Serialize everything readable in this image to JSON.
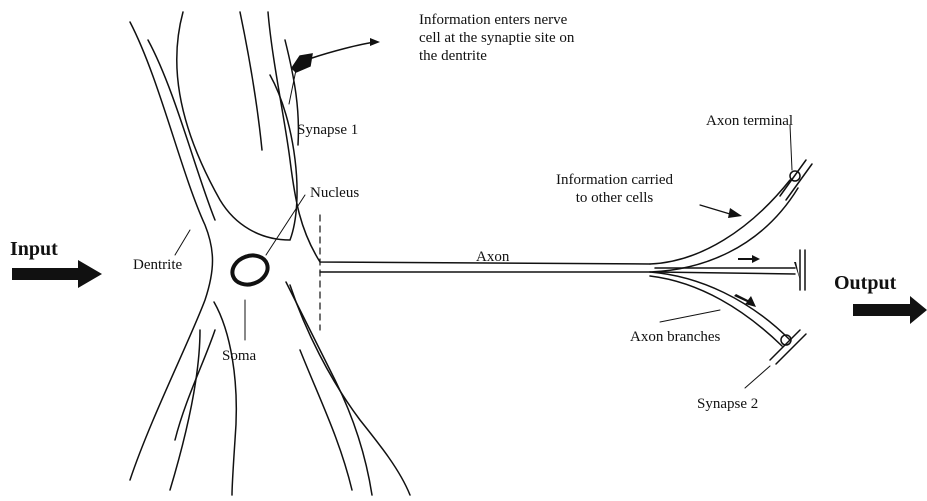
{
  "labels": {
    "input": "Input",
    "output": "Output",
    "dentrite": "Dentrite",
    "soma": "Soma",
    "nucleus": "Nucleus",
    "synapse1": "Synapse 1",
    "axon": "Axon",
    "axon_terminal": "Axon terminal",
    "axon_branches": "Axon branches",
    "synapse2": "Synapse 2",
    "info_enters": [
      "Information enters nerve",
      "cell at the synaptie site on",
      "the dentrite"
    ],
    "info_carried": [
      "Information carried",
      "to other cells"
    ]
  },
  "colors": {
    "ink": "#111111",
    "background": "#ffffff"
  }
}
